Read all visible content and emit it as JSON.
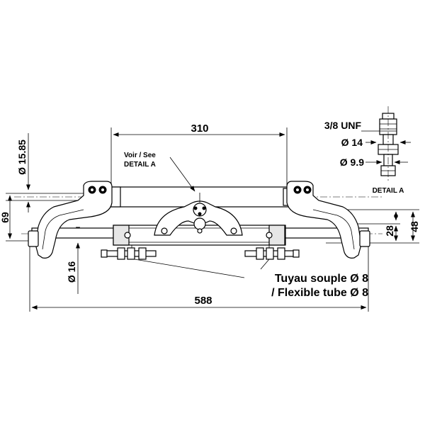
{
  "dimensions": {
    "length_310": "310",
    "length_588": "588",
    "height_69": "69",
    "height_28": "28",
    "height_48": "48",
    "dia_15_85": "Ø 15.85",
    "dia_16": "Ø 16"
  },
  "detail_callout": {
    "line1": "Voir / See",
    "line2": "DETAIL A"
  },
  "detail_a": {
    "thread": "3/8 UNF",
    "dia_14": "Ø 14",
    "dia_9_9": "Ø 9.9",
    "label": "DETAIL A"
  },
  "tube_label": {
    "line1": "Tuyau souple Ø 8",
    "line2": "/ Flexible tube Ø 8"
  }
}
